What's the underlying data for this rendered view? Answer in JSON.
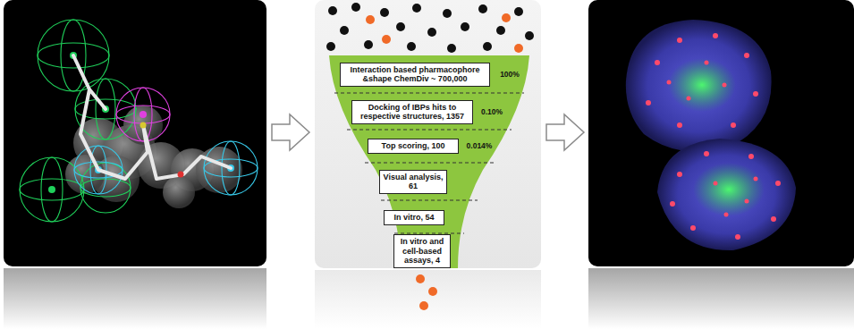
{
  "diagram": {
    "nodes": [
      {
        "text": [
          "Interaction based pharmacophore &shape ChemDiv ~ 700,000"
        ]
      },
      {
        "text": [
          "Docking of IBPs hits to respective structures, 1357"
        ]
      },
      {
        "text": [
          "Top scoring, 100"
        ]
      },
      {
        "text": [
          "Visual analysis, 61"
        ]
      },
      {
        "text": [
          "In vitro, 54"
        ]
      },
      {
        "text": [
          "In vitro and cell-based assays, 4"
        ]
      }
    ],
    "labels": [
      "100%",
      "0.10%",
      "0.014%"
    ]
  }
}
